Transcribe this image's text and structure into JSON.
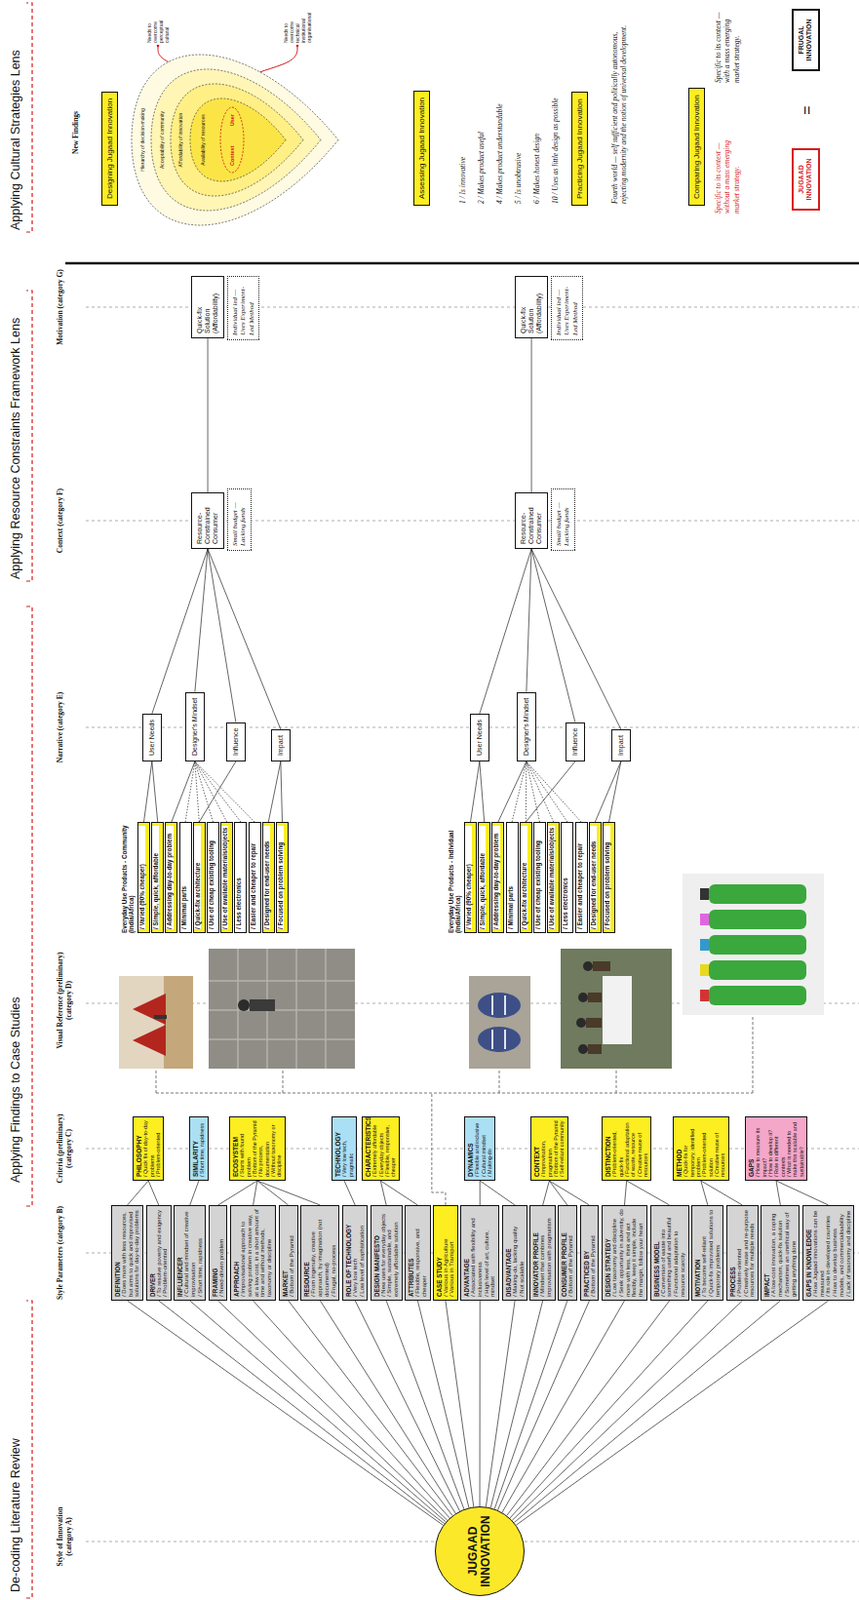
{
  "diagram": {
    "nodes": [
      {
        "text": [
          "JUGAAD INNOVATION"
        ]
      },
      {
        "text": [
          "DEFINITION",
          "/ Does more with less resources, but aims to quick and improvised solutions for day-to-day problems"
        ]
      },
      {
        "text": [
          "DRIVER",
          "/ To resolve poverty and exigency",
          "/ Problem-oriented"
        ]
      },
      {
        "text": [
          "INFLUENCER",
          "/ Cultural and mindset of creative improvisation",
          "/ Short time, rapidness"
        ]
      },
      {
        "text": [
          "FRAMING",
          "/ Need-driven problem"
        ]
      },
      {
        "text": [
          "APPROACH",
          "/ Improvisational approach to solving problem in creative way, at a low cost, in a short amount of time and without methods, taxonomy or discipline"
        ]
      },
      {
        "text": [
          "MARKET",
          "/ Bottom of the Pyramid"
        ]
      },
      {
        "text": [
          "RESOURCE",
          "/ From ingenuity, creative approach, by imagination (not documented)",
          "/ Frugal, no-process"
        ]
      },
      {
        "text": [
          "ROLE OF TECHNOLOGY",
          "/ Very low tech",
          "/ Low level of sophistication"
        ]
      },
      {
        "text": [
          "DESIGN MANIFESTO",
          "/ New uses for everyday objects",
          "/ Simple, sustainable, and extremely affordable solution"
        ]
      },
      {
        "text": [
          "ATTRIBUTES",
          "/ Flexible, responsive, and cheaper"
        ]
      },
      {
        "text": [
          "CASE STUDY",
          "/ Various in Agriculture",
          "/ Various in Transport"
        ]
      },
      {
        "text": [
          "ADVANTAGE",
          "/ Associated with flexibility and inclusiveness",
          "/ High level of art, culture, mindset"
        ]
      },
      {
        "text": [
          "DISADVANTAGE",
          "/ Making-do, lacking quality",
          "/ Not scalable"
        ]
      },
      {
        "text": [
          "INNOVATOR PROFILE",
          "/ Mindset that combines improvisation with pragmatism"
        ]
      },
      {
        "text": [
          "CONSUMER PROFILE",
          "/ Bottom of the Pyramid"
        ]
      },
      {
        "text": [
          "PRACTICED BY",
          "/ Bottom of the Pyramid"
        ]
      },
      {
        "text": [
          "DESIGN STRATEGY",
          "/ Low taxonomy and discipline",
          "/ Seek opportunity in adversity, do more with less, think and act flexibly, keep it simple, include the margin, follow your heart"
        ]
      },
      {
        "text": [
          "BUSINESS MODEL",
          "/ Conversion of waste into something useful and beautiful",
          "/ Functional adaptation to resource scarcity"
        ]
      },
      {
        "text": [
          "MOTIVATION",
          "/ To become self-reliant",
          "/ Quick-fix improvised solutions to temporary problems"
        ]
      },
      {
        "text": [
          "PROCESS",
          "/ Problem-oriented",
          "/ Creatively reuse and re-purpose resources for multiple needs"
        ]
      },
      {
        "text": [
          "IMPACT",
          "/ A low-cost innovation, a coping mechanism, quick-fix solution",
          "/ Sometimes an unethical way of getting anything done"
        ]
      },
      {
        "text": [
          "GAPS IN KNOWLEDGE",
          "/ How Jugaad innovations can be measured",
          "/ Its role in developed countries",
          "/ How to develop business models, and commercialisability",
          "/ Lack of taxonomy and discipline"
        ]
      },
      {
        "text": [
          "PHILOSOPHY",
          "/ Quick fix of day-to-day problems",
          "/ Problem-oriented"
        ]
      },
      {
        "text": [
          "SIMILARITY",
          "/ Short time, rapidness"
        ]
      },
      {
        "text": [
          "ECOSYSTEM",
          "/ Starts with found problem",
          "/ Bottom of the Pyramid",
          "/ No process, documentation",
          "/ Without taxonomy or discipline"
        ]
      },
      {
        "text": [
          "TECHNOLOGY",
          "/ Very low tech, pragmatic"
        ]
      },
      {
        "text": [
          "CHARACTERISTICS",
          "/ Extremely affordable",
          "/ Everyday objects",
          "/ Flexible, responsive, cheaper"
        ]
      },
      {
        "text": [
          "DYNAMICS",
          "/ Flexible and inclusive",
          "/ Cultural mindset",
          "/ Making-do"
        ]
      },
      {
        "text": [
          "CONTEXT",
          "/ Improvisation, pragmatism",
          "/ Bottom of the Pyramid",
          "/ Self-reliant community"
        ]
      },
      {
        "text": [
          "DISTINCTION",
          "/ Problem-oriented, quick-fix",
          "/ Functional adaptation of waste, resource",
          "/ Creative reuse of resources"
        ]
      },
      {
        "text": [
          "METHOD",
          "/ Quick-fix for temporary, identified problem",
          "/ Problem-oriented solution",
          "/ Creative reuse of resources"
        ]
      },
      {
        "text": [
          "GAPS",
          "/ How to measure its impact?",
          "/ How to develop it?",
          "/ Role in different contexts",
          "/ What is needed to make this scalable and sustainable?"
        ]
      },
      {
        "text": [
          "Everyday Use Products - Community (India/Africa)"
        ]
      },
      {
        "text": [
          "/ Varied (90% cheaper)"
        ],
        "in": 33
      },
      {
        "text": [
          "/ Simple, quick, affordable"
        ],
        "in": 33
      },
      {
        "text": [
          "/ Addressing day-to-day problem"
        ],
        "in": 33
      },
      {
        "text": [
          "/ Minimal parts"
        ],
        "in": 33
      },
      {
        "text": [
          "/ Quick-fix architecture"
        ],
        "in": 33
      },
      {
        "text": [
          "/ Use of cheap existing tooling"
        ],
        "in": 33
      },
      {
        "text": [
          "/ Use of available materials/objects"
        ],
        "in": 33
      },
      {
        "text": [
          "/ Less electronics"
        ],
        "in": 33
      },
      {
        "text": [
          "/ Easier and cheaper to repair"
        ],
        "in": 33
      },
      {
        "text": [
          "/ Designed for end-user needs"
        ],
        "in": 33
      },
      {
        "text": [
          "/ Focused on problem solving"
        ],
        "in": 33
      },
      {
        "text": [
          "Everyday Use Products - Individual (India/Africa)"
        ]
      },
      {
        "text": [
          "/ Varied (90% cheaper)"
        ],
        "in": 45
      },
      {
        "text": [
          "/ Simple, quick, affordable"
        ],
        "in": 45
      },
      {
        "text": [
          "/ Addressing day-to-day problem"
        ],
        "in": 45
      },
      {
        "text": [
          "/ Minimal parts"
        ],
        "in": 45
      },
      {
        "text": [
          "/ Quick-fix architecture"
        ],
        "in": 45
      },
      {
        "text": [
          "/ Use of cheap existing tooling"
        ],
        "in": 45
      },
      {
        "text": [
          "/ Use of available materials/objects"
        ],
        "in": 45
      },
      {
        "text": [
          "/ Less electronics"
        ],
        "in": 45
      },
      {
        "text": [
          "/ Easier and cheaper to repair"
        ],
        "in": 45
      },
      {
        "text": [
          "/ Designed for end-user needs"
        ],
        "in": 45
      },
      {
        "text": [
          "/ Focused on problem solving"
        ],
        "in": 45
      },
      {
        "text": [
          "User Needs"
        ]
      },
      {
        "text": [
          "Designer's Mindset"
        ]
      },
      {
        "text": [
          "Influence"
        ]
      },
      {
        "text": [
          "Impact"
        ]
      },
      {
        "text": [
          "User Needs"
        ]
      },
      {
        "text": [
          "Designer's Mindset"
        ]
      },
      {
        "text": [
          "Influence"
        ]
      },
      {
        "text": [
          "Impact"
        ]
      },
      {
        "text": [
          "Resource-Constrained Consumer"
        ]
      },
      {
        "text": [
          "Small budget — Lacking funds"
        ]
      },
      {
        "text": [
          "Quick-fix Solution (Affordability)"
        ]
      },
      {
        "text": [
          "Individual led — Uses Experiment-Led Method"
        ]
      },
      {
        "text": [
          "Resource-Constrained Consumer"
        ]
      },
      {
        "text": [
          "Small budget — Lacking funds"
        ]
      },
      {
        "text": [
          "Quick-fix Solution (Affordability)"
        ]
      },
      {
        "text": [
          "Individual led — Uses Experiment-Led Method"
        ]
      },
      {
        "text": [
          "Designing Jugaad Innovation"
        ]
      },
      {
        "text": [
          "Hierarchy of decision-making"
        ]
      },
      {
        "text": [
          "Acceptability of community"
        ],
        "in": 74
      },
      {
        "text": [
          "Affordability of innovation"
        ],
        "in": 75
      },
      {
        "text": [
          "Availability of resources"
        ],
        "in": 76
      },
      {
        "text": [
          "Context",
          "User"
        ],
        "in": 77
      },
      {
        "text": [
          "Assessing Jugaad Innovation"
        ]
      },
      {
        "text": [
          "Practicing Jugaad Innovation"
        ]
      },
      {
        "text": [
          "Comparing Jugaad Innovation"
        ]
      },
      {
        "text": [
          "JUGAAD INNOVATION"
        ]
      },
      {
        "text": [
          "FRUGAL INNOVATION"
        ]
      }
    ],
    "edges": [
      {
        "from": 0,
        "to": 1,
        "arrow": "none"
      },
      {
        "from": 0,
        "to": 2,
        "arrow": "none"
      },
      {
        "from": 0,
        "to": 3,
        "arrow": "none"
      },
      {
        "from": 0,
        "to": 4,
        "arrow": "none"
      },
      {
        "from": 0,
        "to": 5,
        "arrow": "none"
      },
      {
        "from": 0,
        "to": 6,
        "arrow": "none"
      },
      {
        "from": 0,
        "to": 7,
        "arrow": "none"
      },
      {
        "from": 0,
        "to": 8,
        "arrow": "none"
      },
      {
        "from": 0,
        "to": 9,
        "arrow": "none"
      },
      {
        "from": 0,
        "to": 10,
        "arrow": "none"
      },
      {
        "from": 0,
        "to": 11,
        "arrow": "none"
      },
      {
        "from": 0,
        "to": 12,
        "arrow": "none"
      },
      {
        "from": 0,
        "to": 13,
        "arrow": "none"
      },
      {
        "from": 0,
        "to": 14,
        "arrow": "none"
      },
      {
        "from": 0,
        "to": 15,
        "arrow": "none"
      },
      {
        "from": 0,
        "to": 16,
        "arrow": "none"
      },
      {
        "from": 0,
        "to": 17,
        "arrow": "none"
      },
      {
        "from": 0,
        "to": 18,
        "arrow": "none"
      },
      {
        "from": 0,
        "to": 19,
        "arrow": "none"
      },
      {
        "from": 0,
        "to": 20,
        "arrow": "none"
      },
      {
        "from": 0,
        "to": 21,
        "arrow": "none"
      },
      {
        "from": 0,
        "to": 22,
        "arrow": "none"
      },
      {
        "from": 1,
        "to": 23,
        "arrow": "none"
      },
      {
        "from": 2,
        "to": 23,
        "arrow": "none"
      },
      {
        "from": 3,
        "to": 24,
        "arrow": "none"
      },
      {
        "from": 4,
        "to": 25,
        "arrow": "none"
      },
      {
        "from": 5,
        "to": 25,
        "arrow": "none"
      },
      {
        "from": 6,
        "to": 25,
        "arrow": "none"
      },
      {
        "from": 7,
        "to": 25,
        "arrow": "none"
      },
      {
        "from": 8,
        "to": 26,
        "arrow": "none"
      },
      {
        "from": 9,
        "to": 27,
        "arrow": "none"
      },
      {
        "from": 10,
        "to": 27,
        "arrow": "none"
      },
      {
        "from": 12,
        "to": 28,
        "arrow": "none"
      },
      {
        "from": 13,
        "to": 28,
        "arrow": "none"
      },
      {
        "from": 14,
        "to": 29,
        "arrow": "none"
      },
      {
        "from": 15,
        "to": 29,
        "arrow": "none"
      },
      {
        "from": 16,
        "to": 29,
        "arrow": "none"
      },
      {
        "from": 17,
        "to": 30,
        "arrow": "none"
      },
      {
        "from": 18,
        "to": 30,
        "arrow": "none"
      },
      {
        "from": 19,
        "to": 31,
        "arrow": "none"
      },
      {
        "from": 20,
        "to": 31,
        "arrow": "none"
      },
      {
        "from": 21,
        "to": 32,
        "arrow": "none"
      },
      {
        "from": 22,
        "to": 32,
        "arrow": "none"
      },
      {
        "from": 34,
        "to": 57,
        "arrow": "none"
      },
      {
        "from": 35,
        "to": 57,
        "arrow": "none"
      },
      {
        "from": 36,
        "to": 58,
        "arrow": "none"
      },
      {
        "from": 37,
        "to": 58,
        "arrow": "none"
      },
      {
        "from": 38,
        "to": 58,
        "arrow": "none"
      },
      {
        "from": 39,
        "to": 58,
        "arrow": "none"
      },
      {
        "from": 40,
        "to": 58,
        "arrow": "none"
      },
      {
        "from": 41,
        "to": 58,
        "arrow": "none"
      },
      {
        "from": 42,
        "to": 58,
        "arrow": "none"
      },
      {
        "from": 38,
        "to": 59,
        "arrow": "none"
      },
      {
        "from": 43,
        "to": 60,
        "arrow": "none"
      },
      {
        "from": 44,
        "to": 60,
        "arrow": "none"
      },
      {
        "from": 46,
        "to": 61,
        "arrow": "none"
      },
      {
        "from": 47,
        "to": 61,
        "arrow": "none"
      },
      {
        "from": 48,
        "to": 62,
        "arrow": "none"
      },
      {
        "from": 49,
        "to": 62,
        "arrow": "none"
      },
      {
        "from": 50,
        "to": 62,
        "arrow": "none"
      },
      {
        "from": 51,
        "to": 62,
        "arrow": "none"
      },
      {
        "from": 52,
        "to": 62,
        "arrow": "none"
      },
      {
        "from": 53,
        "to": 62,
        "arrow": "none"
      },
      {
        "from": 54,
        "to": 62,
        "arrow": "none"
      },
      {
        "from": 50,
        "to": 63,
        "arrow": "none"
      },
      {
        "from": 55,
        "to": 64,
        "arrow": "none"
      },
      {
        "from": 56,
        "to": 64,
        "arrow": "none"
      },
      {
        "from": 57,
        "to": 65,
        "arrow": "none"
      },
      {
        "from": 58,
        "to": 65,
        "arrow": "none"
      },
      {
        "from": 59,
        "to": 65,
        "arrow": "none"
      },
      {
        "from": 60,
        "to": 65,
        "arrow": "none"
      },
      {
        "from": 61,
        "to": 69,
        "arrow": "none"
      },
      {
        "from": 62,
        "to": 69,
        "arrow": "none"
      },
      {
        "from": 63,
        "to": 69,
        "arrow": "none"
      },
      {
        "from": 64,
        "to": 69,
        "arrow": "none"
      },
      {
        "from": 65,
        "to": 67,
        "arrow": "none"
      },
      {
        "from": 69,
        "to": 71,
        "arrow": "none"
      }
    ],
    "labels": [
      "De-coding Literature Review",
      "Applying Findings to Case Studies",
      "Applying Resource Constraints Framework Lens",
      "Applying Cultural Strategies Lens",
      "Style of Innovation (category A)",
      "Style Parameters (category B)",
      "Criteria (preliminary) (category C)",
      "Visual Reference (preliminary) (category D)",
      "Narrative (category E)",
      "Context (category F)",
      "Motivation (category G)",
      "New Findings",
      "Needs to overcome perceptual cultural",
      "Needs to overcome technical institutional organisational",
      "1 / Is innovative",
      "2 / Makes product useful",
      "4 / Makes product understandable",
      "5 / Is unobtrusive",
      "6 / Makes honest design",
      "10 / Uses as little design as possible",
      "Fourth world — self sufficient and politically autonomous, rejecting modernity and the notion of universal development.",
      "Specific to its context — without a mass emerging market strategy.",
      "=",
      "Specific to its context — with a mass emerging market strategy."
    ]
  }
}
